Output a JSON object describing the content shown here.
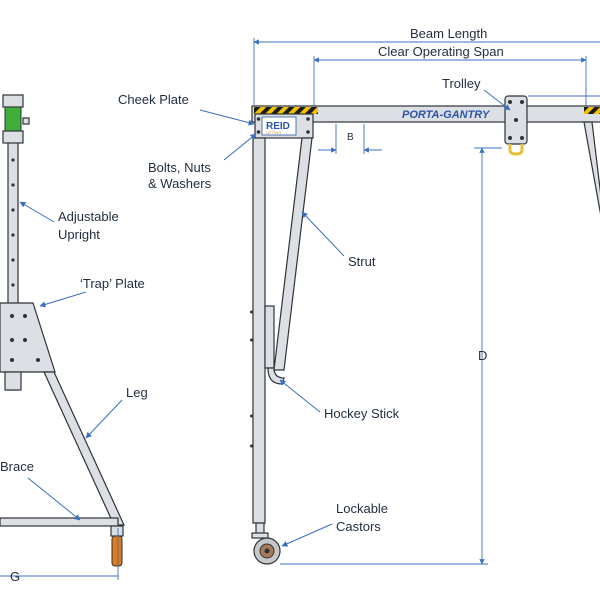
{
  "labels": {
    "beam_length": "Beam Length",
    "clear_span": "Clear Operating Span",
    "trolley": "Trolley",
    "cheek_plate": "Cheek Plate",
    "bolts_1": "Bolts, Nuts",
    "bolts_2": "& Washers",
    "adjustable_1": "Adjustable",
    "adjustable_2": "Upright",
    "strut": "Strut",
    "trap_plate": "‘Trap’ Plate",
    "leg": "Leg",
    "hockey_stick": "Hockey Stick",
    "brace": "Brace",
    "lockable_1": "Lockable",
    "lockable_2": "Castors",
    "dim_b": "B",
    "dim_d": "D",
    "dim_g": "G"
  },
  "branding": {
    "beam_brand": "PORTA-GANTRY",
    "logo": "REID",
    "logo_sub": "LIFTING"
  },
  "colors": {
    "steel": "#dcdfe3",
    "outline": "#2e3338",
    "leader": "#3a6fc0",
    "hazard_yellow": "#f2c200",
    "hazard_black": "#1a1a1a",
    "castor_orange": "#e07a1a",
    "clamp_green": "#3fae3a",
    "hook_yellow": "#e3c13a"
  }
}
